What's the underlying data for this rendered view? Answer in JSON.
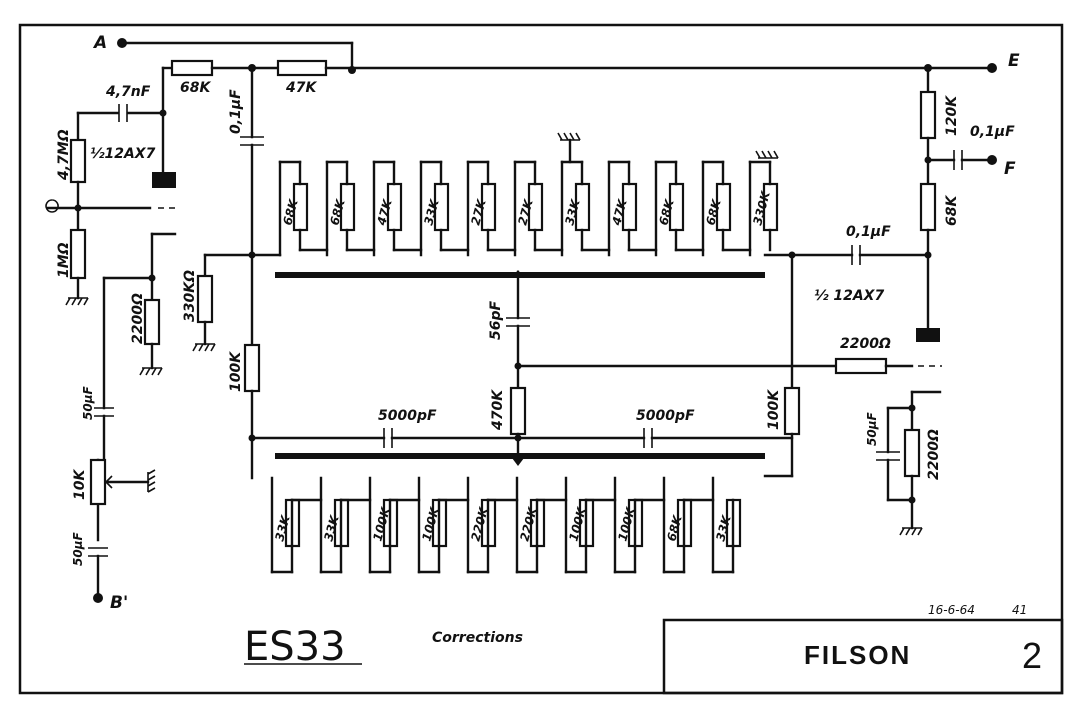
{
  "terminals": {
    "a": "A",
    "b": "B'",
    "e": "E",
    "f": "F"
  },
  "tubes": {
    "top_left": "½12AX7",
    "middle_right": "½ 12AX7"
  },
  "left_section": {
    "c_input": "4,7nF",
    "r_47m": "4,7MΩ",
    "r_1m": "1MΩ",
    "r_2200": "2200Ω",
    "c_50uf_upper": "50µF",
    "pot_10k": "10K",
    "c_50uf_lower": "50µF"
  },
  "top_line": {
    "r_68k": "68K",
    "r_47k": "47K",
    "c_01": "0,1µF",
    "r_330k": "330KΩ",
    "r_100k": "100K"
  },
  "upper_ladder": [
    "68K",
    "68K",
    "47K",
    "33K",
    "27K",
    "27K",
    "33K",
    "47K",
    "68K",
    "68K",
    "330K"
  ],
  "middle": {
    "c_56pf": "56pF",
    "r_470k": "470K",
    "c_5000_left": "5000pF",
    "c_5000_right": "5000pF",
    "r_100k_right": "100K",
    "r_2200": "2200Ω",
    "c_01_out": "0,1µF"
  },
  "right_section": {
    "r_120k": "120K",
    "c_01_f": "0,1µF",
    "r_68k": "68K",
    "c_50uf": "50µF",
    "r_2200": "2200Ω"
  },
  "lower_ladder": [
    "33K",
    "33K",
    "100K",
    "100K",
    "220K",
    "220K",
    "100K",
    "100K",
    "68K",
    "33K"
  ],
  "footer": {
    "model": "ES33",
    "note": "Corrections",
    "brand": "FILSON",
    "page": "2",
    "date": "16-6-64",
    "initials": "41"
  }
}
